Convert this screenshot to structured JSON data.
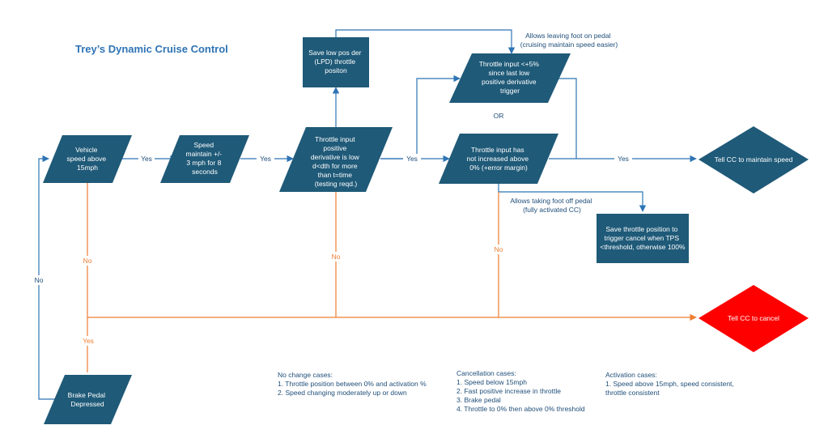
{
  "title": "Trey’s Dynamic Cruise Control",
  "colors": {
    "node": "#1f5a78",
    "edge": "#2e74b5",
    "cancel_edge": "#ed7d31",
    "cancel_node": "#ff0000",
    "text_dark": "#1f4e79"
  },
  "nodes": {
    "vehicle_speed": [
      "Vehicle",
      "speed above",
      "15mph"
    ],
    "speed_maintain": [
      "Speed",
      "maintain +/-",
      "3 mph for 8",
      "seconds"
    ],
    "throttle_derivative": [
      "Throttle input",
      "positive",
      "derivative is low",
      "d<dth for more",
      "than t=time",
      "(testing reqd.)"
    ],
    "save_low_pos": [
      "Save low pos der",
      "(LPD) throttle",
      "positon"
    ],
    "throttle_5pct": [
      "Throttle input <+5%",
      "since last low",
      "positive derivative",
      "trigger"
    ],
    "throttle_not_increased": [
      "Throttle input has",
      "not increased above",
      "0% (+error margin)"
    ],
    "save_throttle_position": [
      "Save throttle position to",
      "trigger cancel when TPS",
      "<threshold, otherwise 100%"
    ],
    "tell_cc_maintain": [
      "Tell CC to maintain speed"
    ],
    "tell_cc_cancel": [
      "Tell CC to cancel"
    ],
    "brake_pedal": [
      "Brake Pedal",
      "Depressed"
    ]
  },
  "edge_labels": {
    "yes_1": "Yes",
    "yes_2": "Yes",
    "yes_3": "Yes",
    "yes_4": "Yes",
    "yes_brake": "Yes",
    "no_speed": "No",
    "no_throttle": "No",
    "no_not_increased": "No",
    "no_brake": "No",
    "or": "OR"
  },
  "annotations": {
    "leaving_foot": [
      "Allows leaving foot on pedal",
      "(cruising maintain speed easier)"
    ],
    "taking_foot_off": [
      "Allows taking foot off pedal",
      "(fully activated CC)"
    ]
  },
  "notes": {
    "no_change": {
      "heading": "No change cases:",
      "items": [
        "1. Throttle position between 0% and activation %",
        "2. Speed changing moderately up or down"
      ]
    },
    "cancellation": {
      "heading": "Cancellation cases:",
      "items": [
        "1. Speed below 15mph",
        "2. Fast positive increase in throttle",
        "3. Brake pedal",
        "4. Throttle to 0% then above 0% threshold"
      ]
    },
    "activation": {
      "heading": "Activation cases:",
      "items": [
        "1. Speed above 15mph, speed consistent,",
        "throttle consistent"
      ]
    }
  }
}
